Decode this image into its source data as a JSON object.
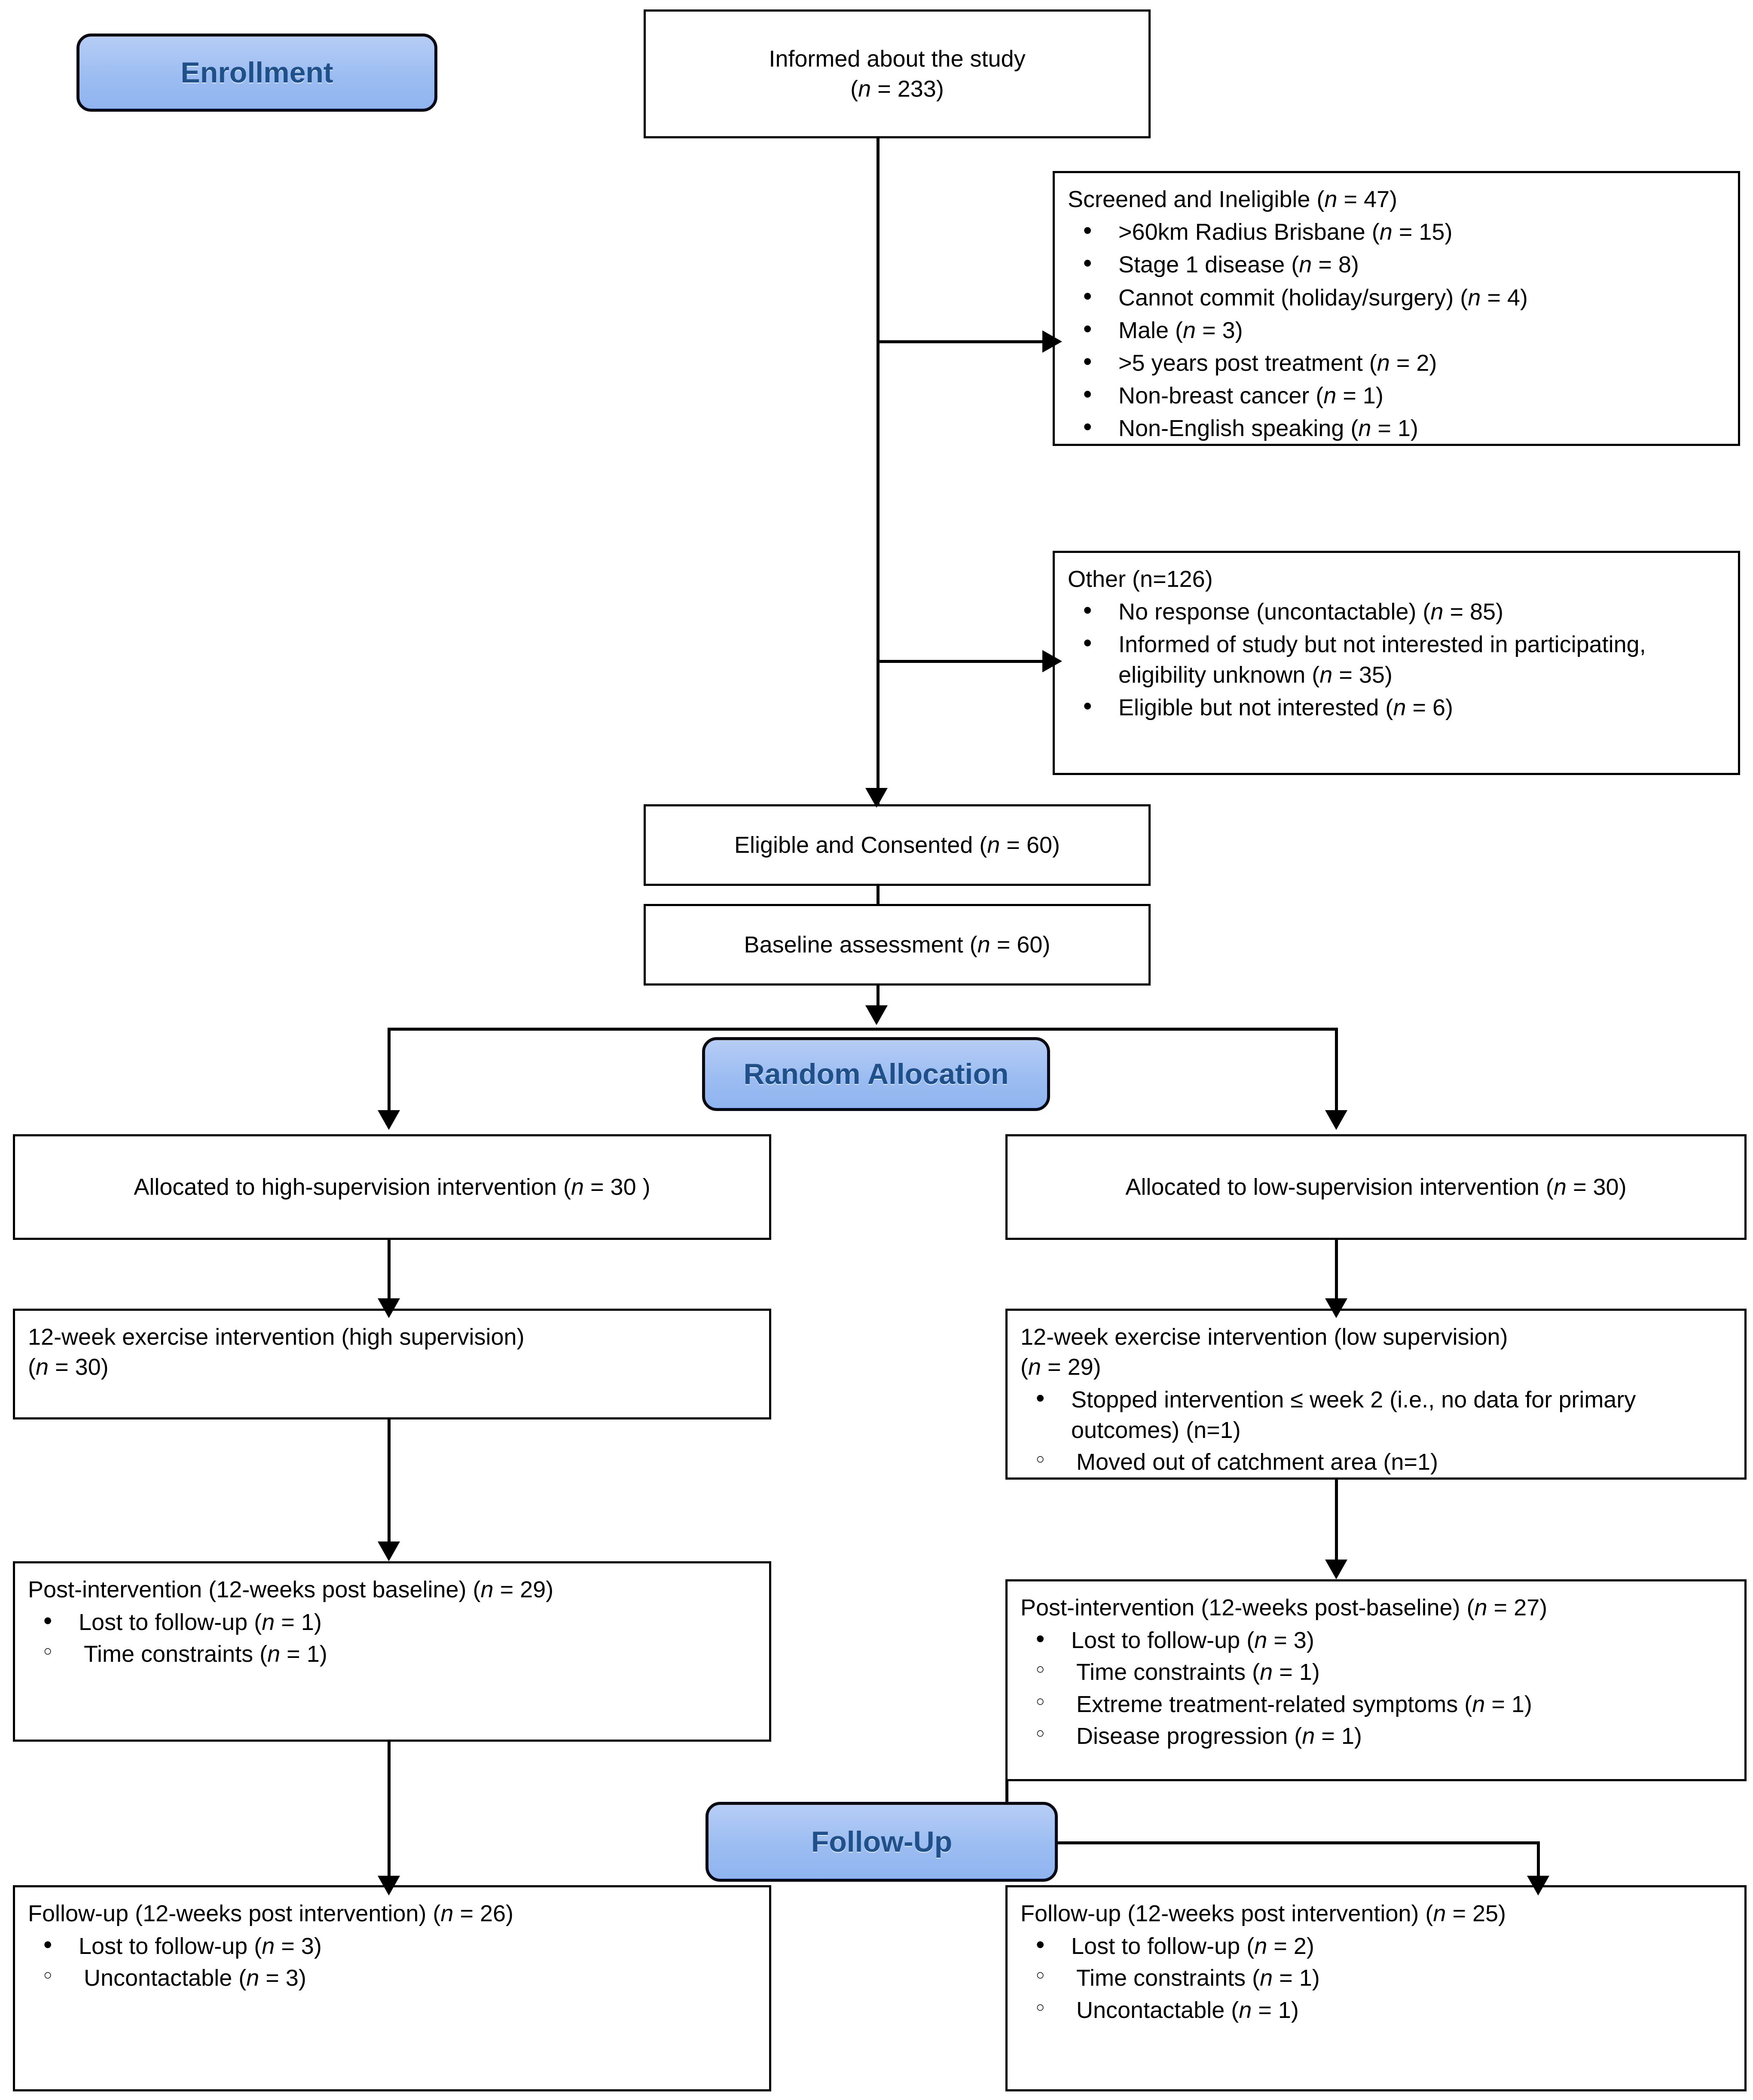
{
  "diagram": {
    "title": "CONSORT participant flow diagram",
    "type": "flowchart",
    "accent_color": "#9cbdf2",
    "accent_text_color": "#1f5089",
    "line_color": "#000000"
  },
  "stages": {
    "enrollment": "Enrollment",
    "random_allocation": "Random Allocation",
    "follow_up": "Follow-Up"
  },
  "nodes": {
    "informed": {
      "line1": "Informed about the study",
      "line2_pre": "(",
      "line2_n": "n",
      "line2_post": " = 233)"
    },
    "ineligible": {
      "heading_pre": "Screened and Ineligible (",
      "heading_n": "n",
      "heading_post": " = 47)",
      "items": [
        {
          "text_pre": ">60km Radius Brisbane (",
          "n": "n",
          "text_post": " = 15)"
        },
        {
          "text_pre": "Stage 1 disease (",
          "n": "n",
          "text_post": " = 8)"
        },
        {
          "text_pre": "Cannot commit (holiday/surgery) (",
          "n": "n",
          "text_post": " = 4)"
        },
        {
          "text_pre": "Male (",
          "n": "n",
          "text_post": " = 3)"
        },
        {
          "text_pre": ">5 years post treatment (",
          "n": "n",
          "text_post": " = 2)"
        },
        {
          "text_pre": "Non-breast cancer (",
          "n": "n",
          "text_post": " = 1)"
        },
        {
          "text_pre": "Non-English speaking (",
          "n": "n",
          "text_post": " = 1)"
        }
      ]
    },
    "other": {
      "heading": "Other (n=126)",
      "items": [
        {
          "text_pre": "No response (uncontactable) (",
          "n": "n",
          "text_post": " = 85)"
        },
        {
          "text_pre": "Informed of study but not interested in participating, eligibility unknown (",
          "n": "n",
          "text_post": " = 35)"
        },
        {
          "text_pre": "Eligible but not interested (",
          "n": "n",
          "text_post": " = 6)"
        }
      ]
    },
    "consented": {
      "text_pre": "Eligible and Consented (",
      "n": "n",
      "text_post": " = 60)"
    },
    "baseline": {
      "text_pre": "Baseline assessment (",
      "n": "n",
      "text_post": " = 60)"
    },
    "alloc_high": {
      "text_pre": "Allocated to high-supervision intervention (",
      "n": "n",
      "text_post": " = 30 )"
    },
    "alloc_low": {
      "text_pre": "Allocated to low-supervision intervention (",
      "n": "n",
      "text_post": " = 30)"
    },
    "interv_high": {
      "line1": "12-week exercise intervention (high supervision)",
      "line2_pre": "(",
      "line2_n": "n",
      "line2_post": " = 30)"
    },
    "interv_low": {
      "line1": "12-week exercise intervention (low supervision)",
      "line2_pre": "(",
      "line2_n": "n",
      "line2_post": " = 29)",
      "bullet1": "Stopped intervention ≤ week 2 (i.e., no data for primary outcomes) (n=1)",
      "subbullet1": "Moved out of catchment area (n=1)"
    },
    "post_high": {
      "heading_pre": "Post-intervention (12-weeks post baseline) (",
      "heading_n": "n",
      "heading_post": " = 29)",
      "bullet_pre": "Lost to follow-up (",
      "bullet_n": "n",
      "bullet_post": " = 1)",
      "subitems": [
        {
          "text_pre": "Time constraints (",
          "n": "n",
          "text_post": " = 1)"
        }
      ]
    },
    "post_low": {
      "heading_pre": "Post-intervention (12-weeks post-baseline) (",
      "heading_n": "n",
      "heading_post": " = 27)",
      "bullet_pre": "Lost to follow-up (",
      "bullet_n": "n",
      "bullet_post": " = 3)",
      "subitems": [
        {
          "text_pre": "Time constraints (",
          "n": "n",
          "text_post": " = 1)"
        },
        {
          "text_pre": "Extreme treatment-related symptoms (",
          "n": "n",
          "text_post": " = 1)"
        },
        {
          "text_pre": "Disease progression (",
          "n": "n",
          "text_post": " = 1)"
        }
      ]
    },
    "followup_high": {
      "heading_pre": "Follow-up (12-weeks post intervention) (",
      "heading_n": "n",
      "heading_post": " = 26)",
      "bullet_pre": "Lost to follow-up (",
      "bullet_n": "n",
      "bullet_post": " = 3)",
      "subitems": [
        {
          "text_pre": "Uncontactable (",
          "n": "n",
          "text_post": " = 3)"
        }
      ]
    },
    "followup_low": {
      "heading_pre": "Follow-up (12-weeks post intervention) (",
      "heading_n": "n",
      "heading_post": " = 25)",
      "bullet_pre": "Lost to follow-up (",
      "bullet_n": "n",
      "bullet_post": " = 2)",
      "subitems": [
        {
          "text_pre": "Time constraints (",
          "n": "n",
          "text_post": " = 1)"
        },
        {
          "text_pre": "Uncontactable (",
          "n": "n",
          "text_post": " = 1)"
        }
      ]
    }
  }
}
